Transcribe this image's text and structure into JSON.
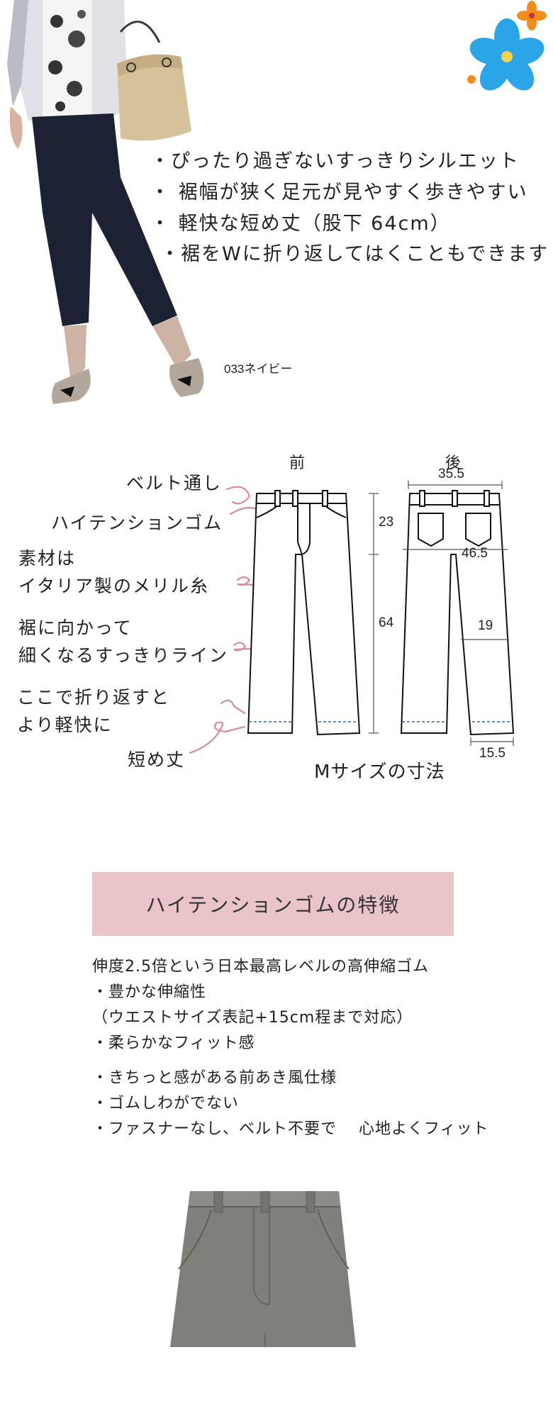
{
  "hero": {
    "bullets": [
      "・ぴったり過ぎないすっきりシルエット",
      "・ 裾幅が狭く足元が見やすく歩きやすい",
      "・ 軽快な短め丈（股下 64cm）",
      "・裾をWに折り返してはくこともできます"
    ],
    "color_caption": "033ネイビー"
  },
  "diagram": {
    "front_label": "前",
    "back_label": "後",
    "annotations": {
      "belt_loop": "ベルト通し",
      "elastic": "ハイテンションゴム",
      "material_1": "素材は",
      "material_2": "イタリア製のメリル糸",
      "taper_1": "裾に向かって",
      "taper_2": "細くなるすっきりライン",
      "fold_1": "ここで折り返すと",
      "fold_2": "より軽快に",
      "short": "短め丈"
    },
    "measurements": {
      "waist": "35.5",
      "rise": "23",
      "hip": "46.5",
      "inseam": "64",
      "thigh": "19",
      "hem": "15.5"
    },
    "size_title": "Mサイズの寸法"
  },
  "features": {
    "banner": "ハイテンションゴムの特徴",
    "group1": [
      "伸度2.5倍という日本最高レベルの高伸縮ゴム",
      "・豊かな伸縮性",
      "（ウエストサイズ表記+15cm程まで対応）",
      "・柔らかなフィット感"
    ],
    "group2": [
      "・きちっと感がある前あき風仕様",
      "・ゴムしわがでない",
      "・ファスナーなし、ベルト不要で　 心地よくフィット"
    ]
  },
  "colors": {
    "banner_bg": "#e9c5c9",
    "pink_line": "#d98a98",
    "hem_dash": "#3b5fa8",
    "navy": "#1c2233",
    "flower_blue": "#2aa5e8",
    "flower_orange": "#f28c1c",
    "pants_gray": "#7e8079"
  }
}
